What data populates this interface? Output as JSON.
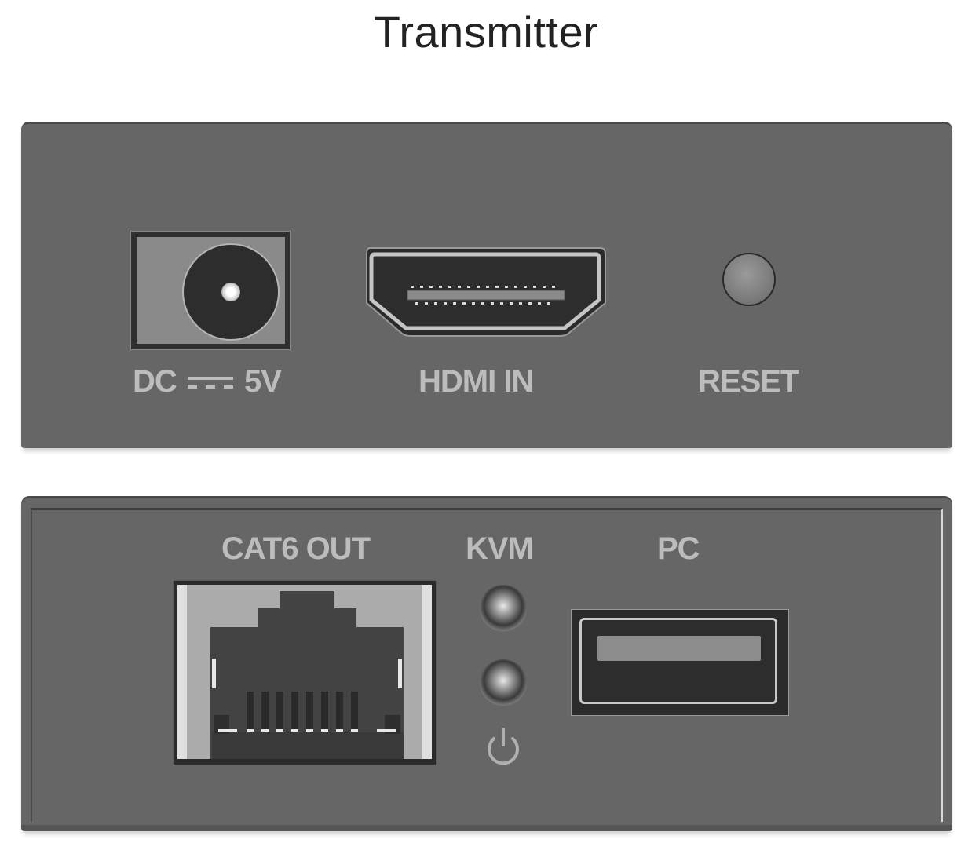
{
  "title": "Transmitter",
  "front_panel": {
    "dc": {
      "label": "DC ⎓ 5V",
      "label_prefix": "DC",
      "label_suffix": "5V",
      "icon": "dc-power-symbol-icon"
    },
    "hdmi": {
      "label": "HDMI IN",
      "icon": "hdmi-port-icon"
    },
    "reset": {
      "label": "RESET",
      "icon": "reset-button-icon"
    }
  },
  "rear_panel": {
    "cat6": {
      "label": "CAT6 OUT",
      "icon": "rj45-port-icon"
    },
    "kvm": {
      "label": "KVM",
      "leds": [
        "kvm-led",
        "power-led"
      ],
      "power_icon": "power-icon"
    },
    "pc": {
      "label": "PC",
      "icon": "usb-port-icon"
    }
  },
  "colors": {
    "panel": "#666666",
    "label": "#bcbcbc",
    "port_dark": "#2d2d2d",
    "title": "#222222"
  }
}
